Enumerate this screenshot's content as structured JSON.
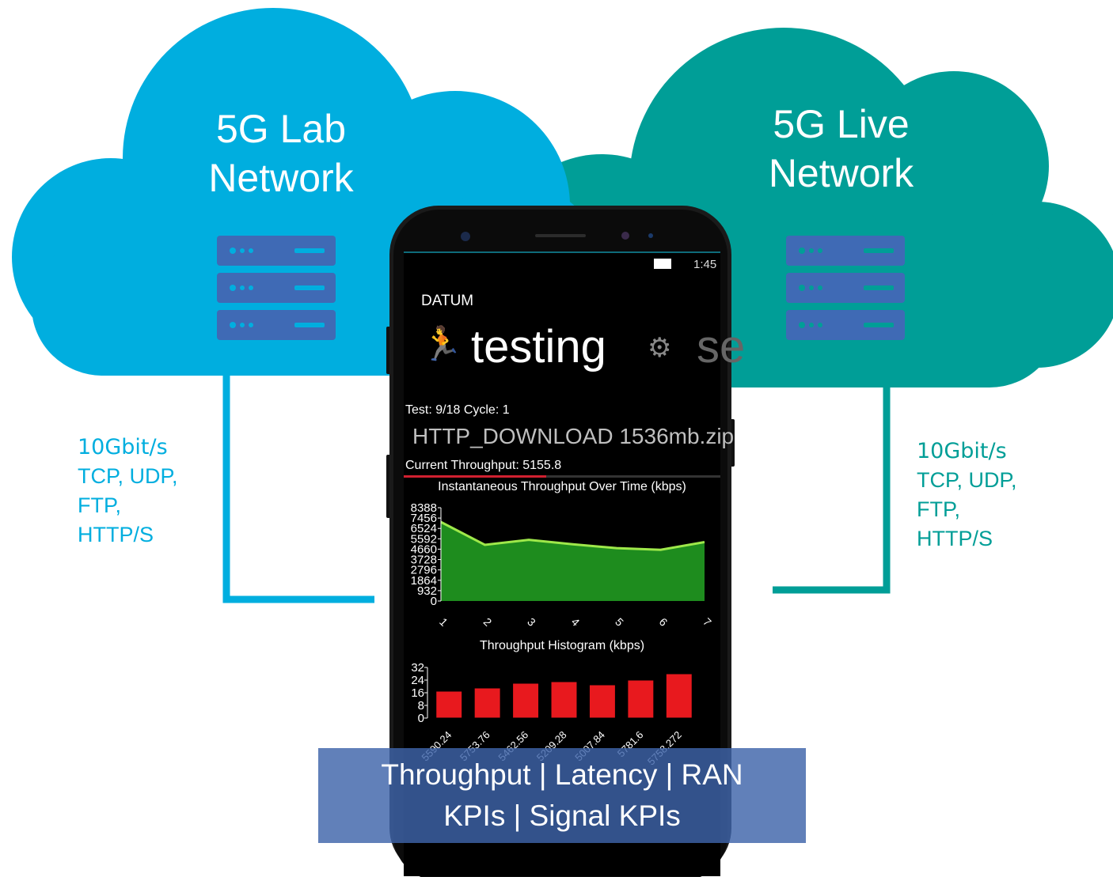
{
  "clouds": {
    "lab": {
      "title_line1": "5G Lab",
      "title_line2": "Network",
      "color": "#00AEDF"
    },
    "live": {
      "title_line1": "5G Live",
      "title_line2": "Network",
      "color": "#009E97"
    }
  },
  "links": {
    "left": {
      "speed": "10Gbit/s",
      "protocols": [
        "TCP, UDP,",
        "FTP,",
        "HTTP/S"
      ],
      "color": "#00AEDF"
    },
    "right": {
      "speed": "10Gbit/s",
      "protocols": [
        "TCP, UDP,",
        "FTP,",
        "HTTP/S"
      ],
      "color": "#009E97"
    }
  },
  "phone": {
    "status_time": "1:45",
    "app_name": "DATUM",
    "pivot_active": "testing",
    "pivot_next": "se",
    "test_info": "Test: 9/18 Cycle: 1",
    "current_test": "HTTP_DOWNLOAD 1536mb.zip",
    "current_throughput": "Current Throughput: 5155.8",
    "chart_fill_color": "#1E8C1E",
    "chart_line_color": "#9EE84A",
    "histogram_bar_color": "#E8191E"
  },
  "chart_data": [
    {
      "type": "area",
      "title": "Instantaneous Throughput Over Time (kbps)",
      "x": [
        1,
        2,
        3,
        4,
        5,
        6,
        7
      ],
      "values": [
        7100,
        5050,
        5500,
        5100,
        4750,
        4600,
        5300
      ],
      "yticks": [
        "0",
        "932",
        "1864",
        "2796",
        "3728",
        "4660",
        "5592",
        "6524",
        "7456",
        "8388"
      ],
      "xticks": [
        "1",
        "2",
        "3",
        "4",
        "5",
        "6",
        "7"
      ],
      "ylim": [
        0,
        8388
      ]
    },
    {
      "type": "bar",
      "title": "Throughput Histogram (kbps)",
      "categories": [
        "5590.24",
        "5753.76",
        "5462.56",
        "5209.28",
        "5007.84",
        "5781.6",
        "5758.272"
      ],
      "values": [
        17,
        19,
        22,
        23,
        21,
        24,
        28
      ],
      "yticks": [
        "0",
        "8",
        "16",
        "24",
        "32"
      ],
      "ylim": [
        0,
        32
      ]
    }
  ],
  "banner": {
    "line1": "Throughput | Latency | RAN",
    "line2": "KPIs | Signal KPIs"
  }
}
